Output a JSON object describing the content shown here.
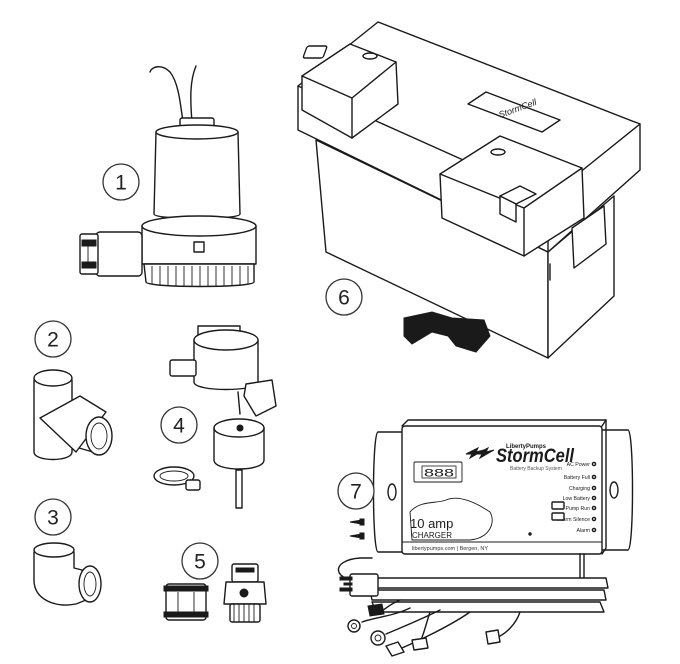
{
  "callouts": [
    "1",
    "2",
    "3",
    "4",
    "5",
    "6",
    "7"
  ],
  "controller": {
    "brand_small": "LibertyPumps",
    "brand": "StormCell",
    "subtitle": "Battery Backup System",
    "display": "888",
    "indicators": [
      "AC Power",
      "Battery Full",
      "Charging",
      "Low Battery",
      "Pump Run",
      "Alarm Silence",
      "Alarm"
    ],
    "charger_rating": "10 amp",
    "charger_label": "CHARGER",
    "footer": "libertypumps.com | Bergen, NY"
  },
  "battery_box_logo": "StormCell",
  "colors": {
    "line": "#1a1a1a",
    "background": "#ffffff"
  }
}
